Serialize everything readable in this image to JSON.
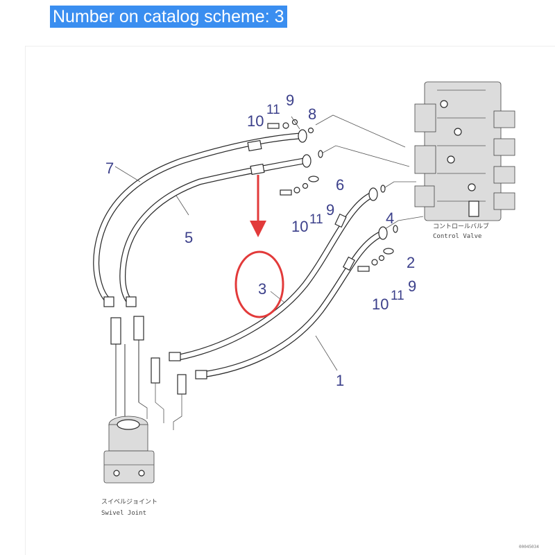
{
  "header": {
    "title": "Number on catalog scheme: 3"
  },
  "diagram": {
    "callouts": {
      "c1": "1",
      "c2": "2",
      "c3": "3",
      "c4": "4",
      "c5": "5",
      "c6": "6",
      "c7": "7",
      "c8": "8",
      "c9a": "9",
      "c9b": "9",
      "c9c": "9",
      "c10a": "10",
      "c10b": "10",
      "c10c": "10",
      "c11a": "11",
      "c11b": "11",
      "c11c": "11"
    },
    "control_valve": {
      "jp": "コントロールバルブ",
      "en": "Control Valve"
    },
    "swivel_joint": {
      "jp": "スイベルジョイント",
      "en": "Swivel Joint"
    },
    "drawing_code": "00045034",
    "colors": {
      "highlight": "#3a8ef0",
      "callout": "#3b3f8a",
      "marker": "#e23a3a"
    }
  }
}
